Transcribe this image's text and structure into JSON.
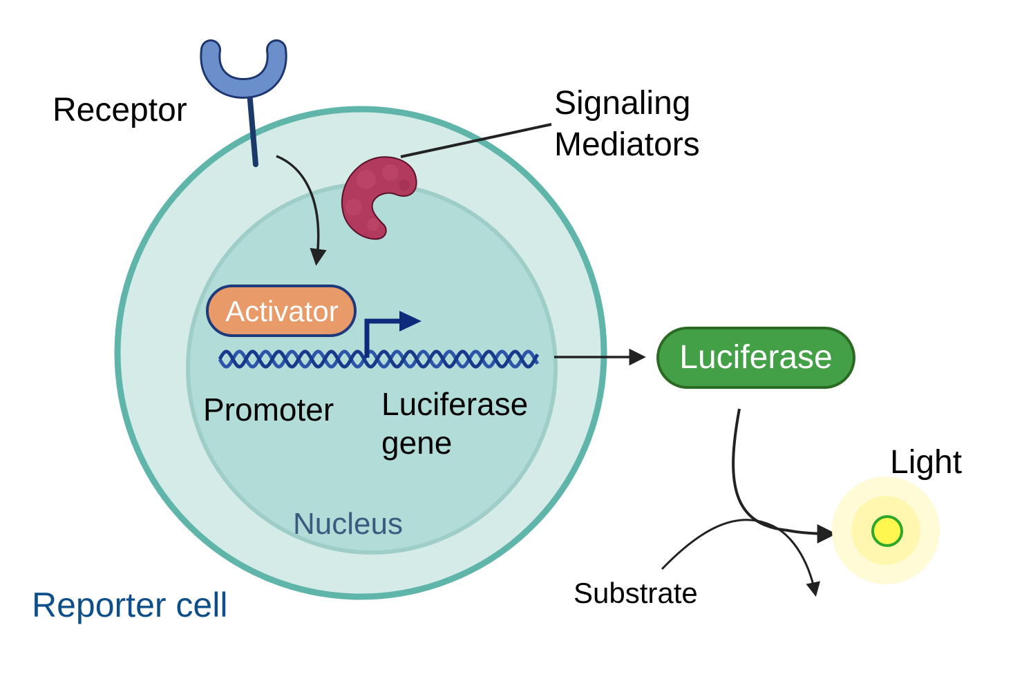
{
  "title": "Luciferase reporter cell assay",
  "labels": {
    "receptor": "Receptor",
    "signaling_line1": "Signaling",
    "signaling_line2": "Mediators",
    "activator": "Activator",
    "promoter": "Promoter",
    "luciferase_gene_line1": "Luciferase",
    "luciferase_gene_line2": "gene",
    "nucleus": "Nucleus",
    "reporter_cell": "Reporter cell",
    "luciferase_protein": "Luciferase",
    "light": "Light",
    "substrate": "Substrate"
  },
  "colors": {
    "cell_membrane": "#5fb5a9",
    "cytoplasm": "#d5ebe8",
    "nucleus_fill": "#b2dcd8",
    "nucleus_edge": "#9fcdc8",
    "receptor_head": "#6a8fcb",
    "receptor_stem": "#1a3a6a",
    "mediator": "#b23a5e",
    "activator_fill": "#e89a68",
    "activator_edge": "#1e3a7a",
    "dna": "#173a8a",
    "dna_light": "#2b55a8",
    "luciferase_fill": "#43a047",
    "luciferase_edge": "#2a6a22",
    "light_glow": "#fffbd6",
    "light_core": "#fff650",
    "light_ring": "#2ea828",
    "reporter_text": "#0e4f8a",
    "nucleus_text": "#3a5a80",
    "arrow": "#222222"
  }
}
